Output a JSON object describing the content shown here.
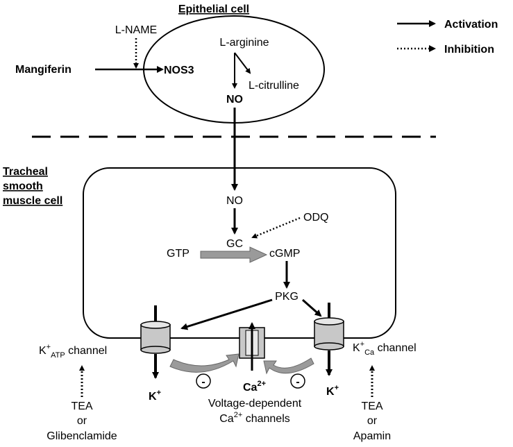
{
  "legend": {
    "activation": "Activation",
    "inhibition": "Inhibition"
  },
  "epithelial": {
    "title": "Epithelial cell",
    "l_name": "L-NAME",
    "mangiferin": "Mangiferin",
    "nos3": "NOS3",
    "l_arginine": "L-arginine",
    "l_citrulline": "L-citrulline",
    "no": "NO"
  },
  "smooth_muscle": {
    "title_lines": [
      "Tracheal",
      "smooth",
      "muscle cell"
    ],
    "no": "NO",
    "odq": "ODQ",
    "gc": "GC",
    "gtp": "GTP",
    "cgmp": "cGMP",
    "pkg": "PKG"
  },
  "channels": {
    "katp": {
      "k": "K",
      "sup": "+",
      "sub": "ATP",
      "rest": " channel"
    },
    "kca": {
      "k": "K",
      "sup": "+",
      "sub": "Ca",
      "rest": " channel"
    },
    "k_ion": {
      "base": "K",
      "sup": "+"
    },
    "ca_ion": {
      "base": "Ca",
      "sup": "2+"
    },
    "vdcc_line1": "Voltage-dependent",
    "vdcc_line2_base": "Ca",
    "vdcc_line2_sup": "2+",
    "vdcc_line2_rest": " channels",
    "minus": "-",
    "left_inhibitors": [
      "TEA",
      "or",
      "Glibenclamide"
    ],
    "right_inhibitors": [
      "TEA",
      "or",
      "Apamin"
    ]
  },
  "colors": {
    "channel_fill": "#c8c8c8",
    "gray_arrow": "#9a9a9a",
    "line": "#000000"
  }
}
